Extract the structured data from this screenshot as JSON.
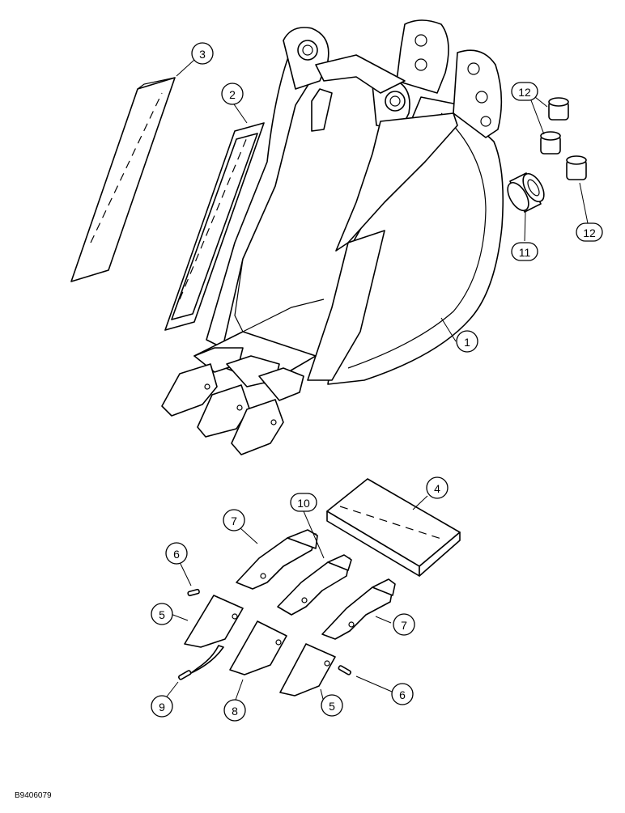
{
  "callouts": [
    {
      "id": "c1",
      "label": "1"
    },
    {
      "id": "c2",
      "label": "2"
    },
    {
      "id": "c3",
      "label": "3"
    },
    {
      "id": "c4",
      "label": "4"
    },
    {
      "id": "c5a",
      "label": "5"
    },
    {
      "id": "c5b",
      "label": "5"
    },
    {
      "id": "c6a",
      "label": "6"
    },
    {
      "id": "c6b",
      "label": "6"
    },
    {
      "id": "c7a",
      "label": "7"
    },
    {
      "id": "c7b",
      "label": "7"
    },
    {
      "id": "c8",
      "label": "8"
    },
    {
      "id": "c9",
      "label": "9"
    },
    {
      "id": "c10",
      "label": "10"
    },
    {
      "id": "c11",
      "label": "11"
    },
    {
      "id": "c12a",
      "label": "12"
    },
    {
      "id": "c12b",
      "label": "12"
    }
  ],
  "footer": {
    "code": "B9406079"
  }
}
